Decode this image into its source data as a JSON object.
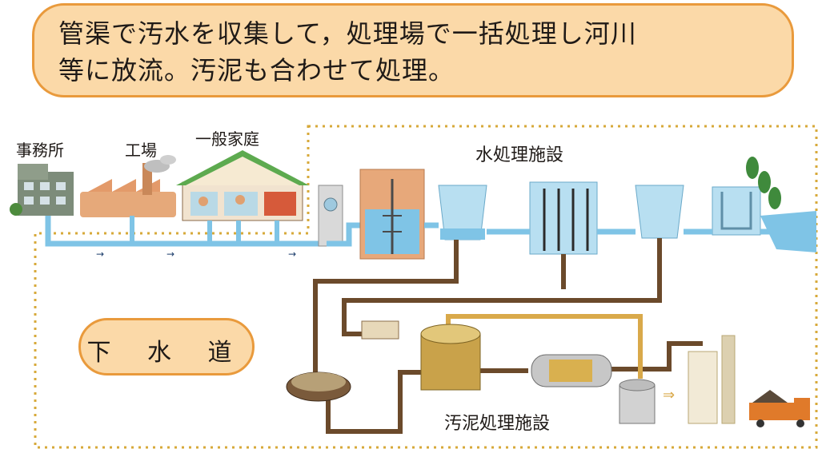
{
  "banner": {
    "line1": "管渠で汚水を収集して，処理場で一括処理し河川",
    "line2": "等に放流。汚泥も合わせて処理。"
  },
  "sources": {
    "office": "事務所",
    "factory": "工場",
    "household": "一般家庭"
  },
  "facility_water": "水処理施設",
  "facility_sludge": "汚泥処理施設",
  "system_label": "下 水 道",
  "colors": {
    "banner_fill": "#fbd9a8",
    "banner_border": "#e99a3c",
    "water_pipe": "#7fc4e6",
    "sludge_pipe": "#6b4a2b",
    "dotted_boundary": "#d7a93a",
    "return_pipe": "#d9a94a"
  }
}
